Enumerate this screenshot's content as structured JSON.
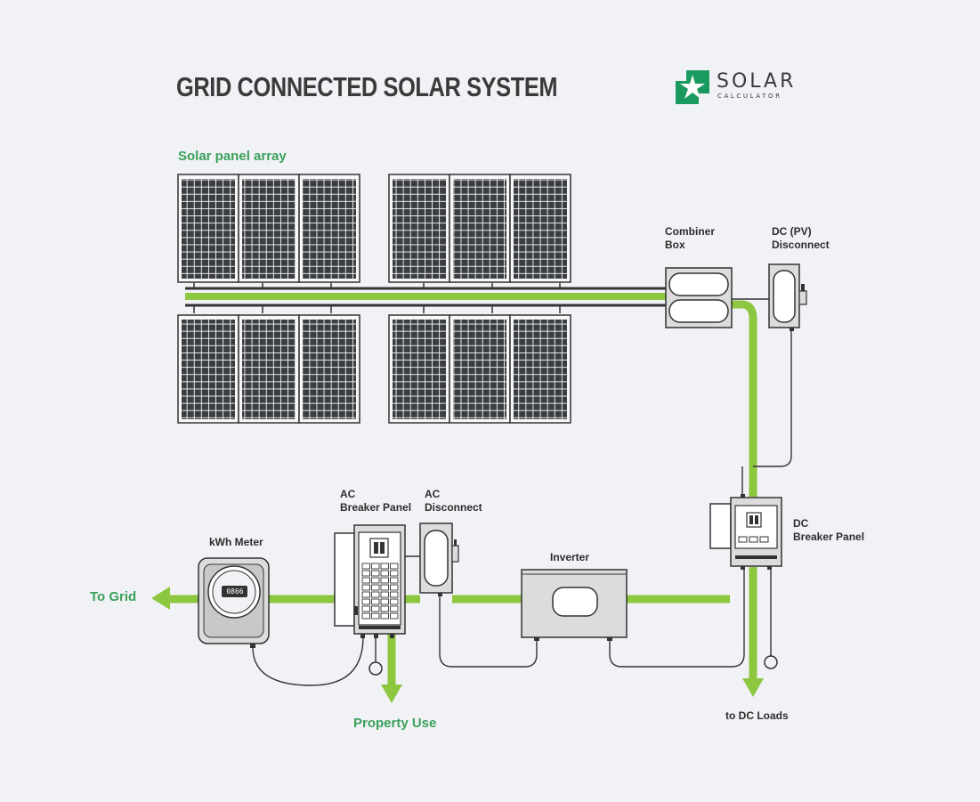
{
  "title": "GRID CONNECTED SOLAR SYSTEM",
  "logo": {
    "word": "SOLAR",
    "sub": "CALCULATOR",
    "color": "#1a9a5e"
  },
  "labels": {
    "panel_array": "Solar panel array",
    "combiner_1": "Combiner",
    "combiner_2": "Box",
    "dc_disconnect_1": "DC (PV)",
    "dc_disconnect_2": "Disconnect",
    "dc_breaker_1": "DC",
    "dc_breaker_2": "Breaker Panel",
    "inverter": "Inverter",
    "ac_disconnect_1": "AC",
    "ac_disconnect_2": "Disconnect",
    "ac_breaker_1": "AC",
    "ac_breaker_2": "Breaker Panel",
    "kwh_meter": "kWh Meter",
    "meter_reading": "0866",
    "to_grid": "To Grid",
    "property_use": "Property Use",
    "to_dc_loads": "to DC Loads"
  },
  "colors": {
    "background": "#f1f2f6",
    "flow_green": "#8dc63f",
    "label_green": "#3aa05a",
    "panel_cell": "#3a3d42",
    "outline": "#333333"
  }
}
